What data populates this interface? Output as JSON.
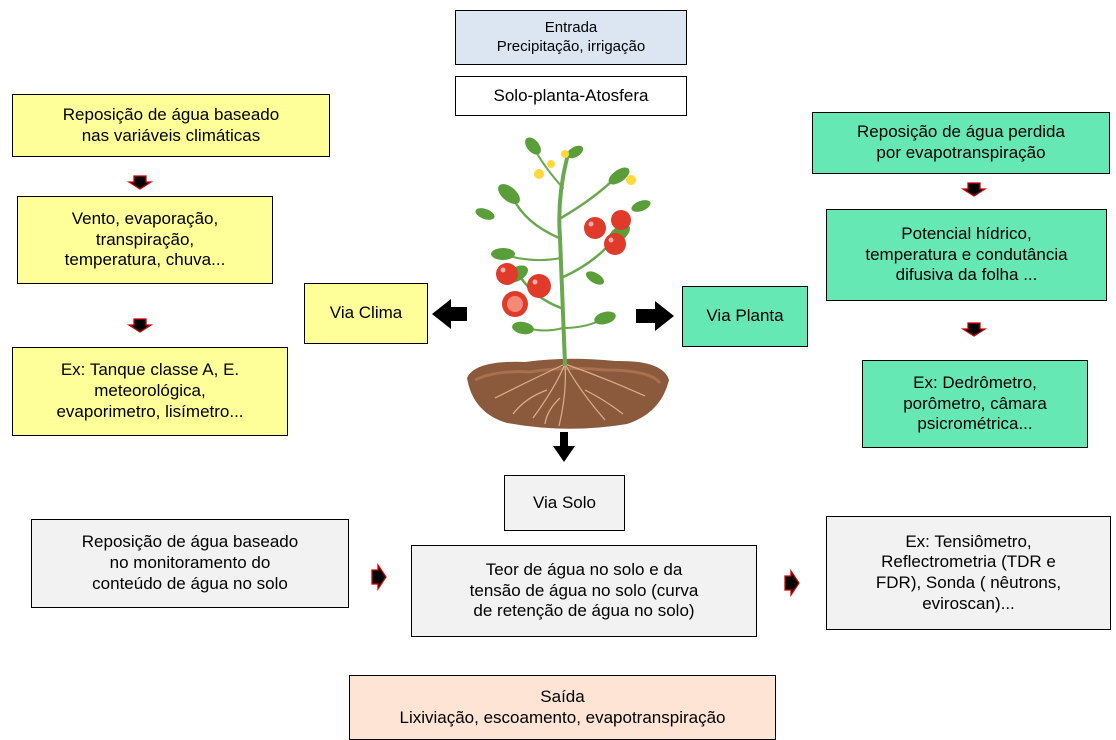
{
  "top": {
    "entrada": "Entrada\nPrecipitação, irrigação",
    "system": "Solo-planta-Atosfera"
  },
  "clima": {
    "head": "Reposição de água baseado\nnas variáveis climáticas",
    "vars": "Vento, evaporação,\ntranspiração,\ntemperatura, chuva...",
    "examples": "Ex: Tanque classe A, E.\nmeteorológica,\nevaporimetro, lisímetro...",
    "label": "Via Clima"
  },
  "planta": {
    "head": "Reposição de água perdida\npor evapotranspiração",
    "vars": "Potencial hídrico,\ntemperatura e condutância\ndifusiva da folha ...",
    "examples": "Ex: Dedrômetro,\nporômetro, câmara\npsicrométrica...",
    "label": "Via Planta"
  },
  "solo": {
    "label": "Via Solo",
    "head": "Reposição de água baseado\nno monitoramento do\nconteúdo de água no solo",
    "vars": "Teor de água no solo e da\ntensão de água no solo (curva\nde retenção de água no solo)",
    "examples": "Ex: Tensiômetro,\nReflectrometria (TDR e\nFDR), Sonda ( nêutrons,\neviroscan)..."
  },
  "bottom": {
    "saida": "Saída\nLixiviação, escoamento, evapotranspiração"
  },
  "colors": {
    "clima": "#ffff99",
    "planta": "#66e8b4",
    "solo": "#f2f2f2",
    "entrada": "#dce6f2",
    "saida": "#fde4d4",
    "small_arrow": "#d10000"
  }
}
